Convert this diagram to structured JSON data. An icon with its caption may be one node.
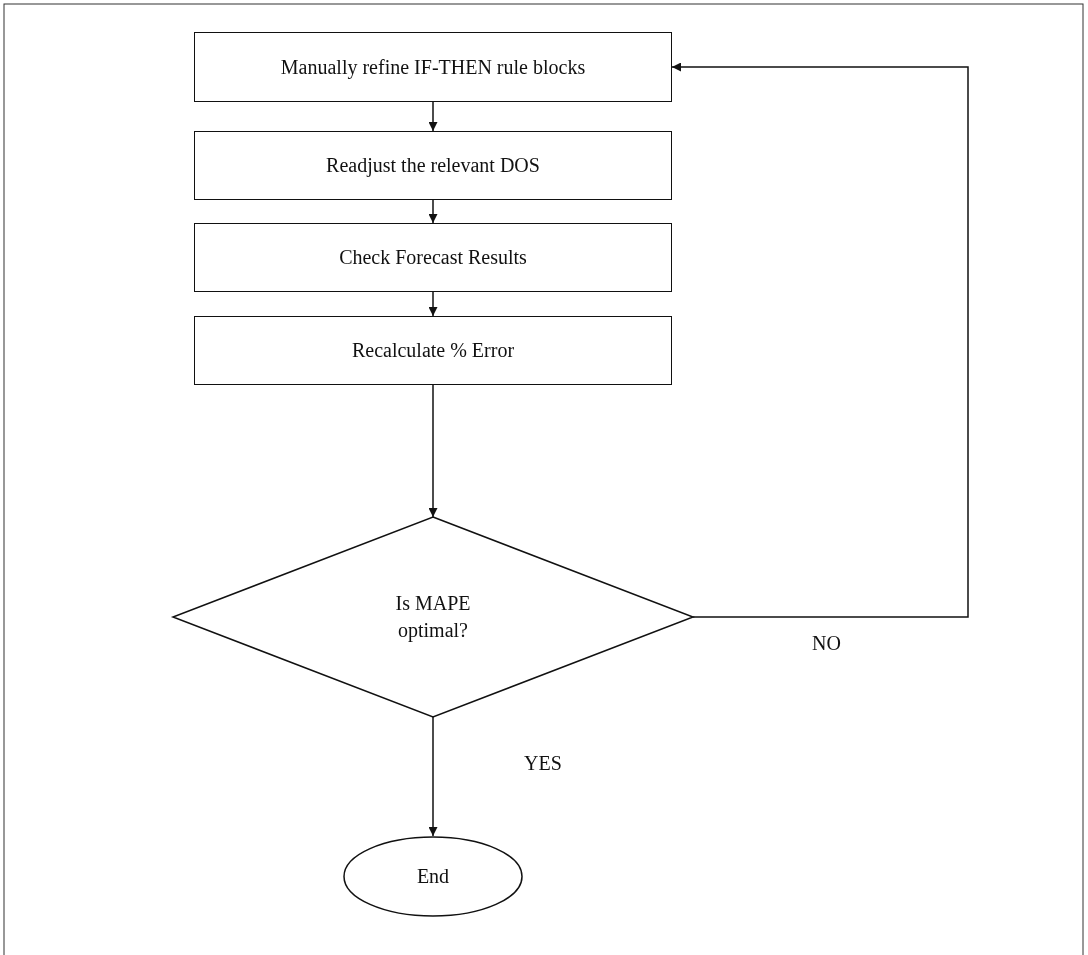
{
  "diagram": {
    "nodes": [
      {
        "text": [
          "Manually refine IF-THEN rule blocks"
        ]
      },
      {
        "text": [
          "Readjust the relevant DOS"
        ]
      },
      {
        "text": [
          "Check Forecast Results"
        ]
      },
      {
        "text": [
          "Recalculate % Error"
        ]
      },
      {
        "text": [
          "Is MAPE optimal?"
        ]
      },
      {
        "text": [
          "End"
        ]
      }
    ],
    "edges": [
      {
        "from": 0,
        "to": 1,
        "arrow": "to"
      },
      {
        "from": 1,
        "to": 2,
        "arrow": "to"
      },
      {
        "from": 2,
        "to": 3,
        "arrow": "to"
      },
      {
        "from": 3,
        "to": 4,
        "arrow": "to"
      },
      {
        "from": 4,
        "to": 0,
        "arrow": "to",
        "label": "NO"
      },
      {
        "from": 4,
        "to": 5,
        "arrow": "to",
        "label": "YES"
      }
    ]
  }
}
